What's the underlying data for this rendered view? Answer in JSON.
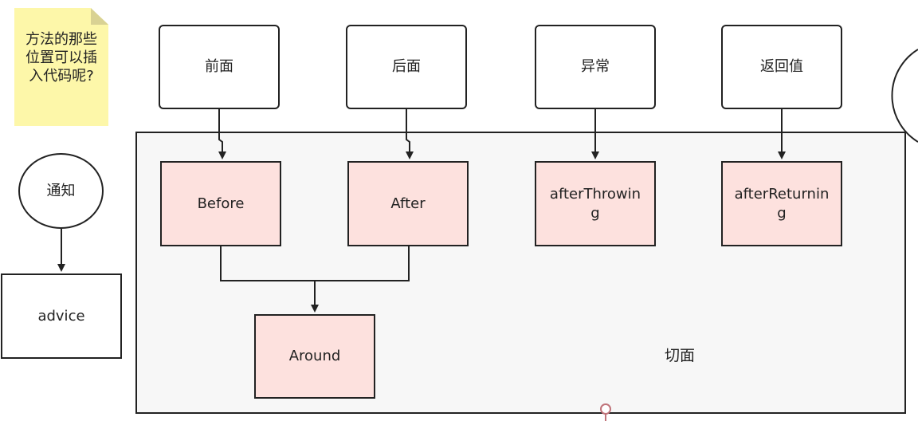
{
  "note": {
    "text": "方法的那些位置可以插入代码呢?"
  },
  "join_points": [
    "前面",
    "后面",
    "异常",
    "返回值"
  ],
  "advice_types": [
    "Before",
    "After",
    "afterThrowing",
    "afterReturning"
  ],
  "around": "Around",
  "aspect_label": "切面",
  "notify": "通知",
  "advice": "advice",
  "colors": {
    "stroke": "#222222",
    "advice_fill": "#fde1de",
    "note_fill": "#fdf7a9",
    "aspect_fill": "#f7f7f7"
  }
}
